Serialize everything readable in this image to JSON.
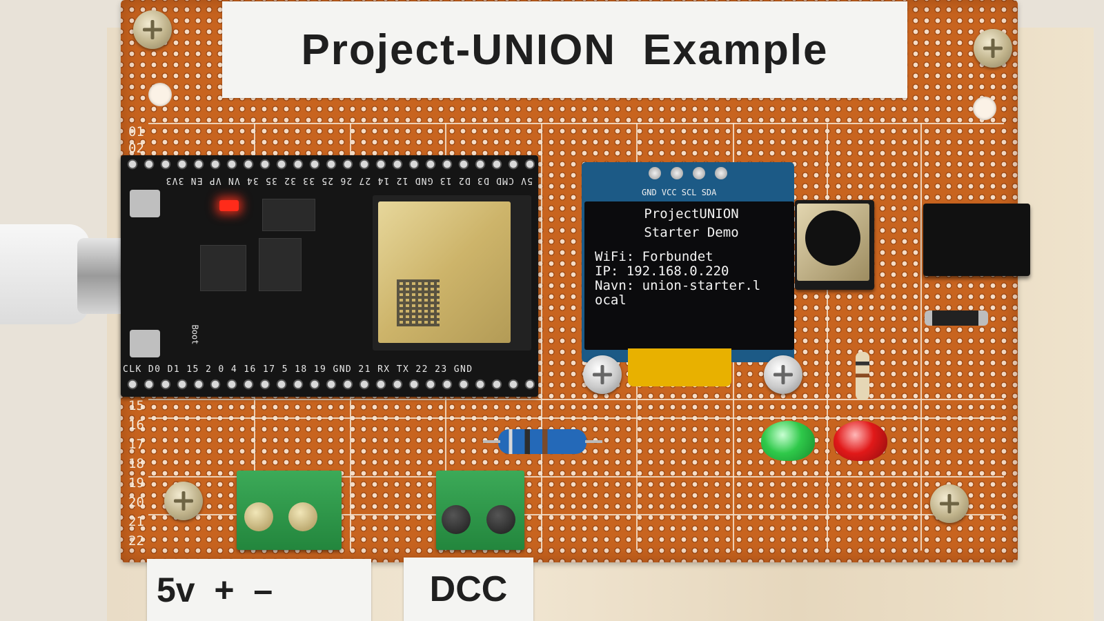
{
  "top_label": "Project-UNION  Example",
  "row_numbers_top": [
    "01",
    "02"
  ],
  "row_numbers_bottom": [
    "15",
    "16",
    "17",
    "18",
    "19",
    "20",
    "21",
    "22"
  ],
  "esp32": {
    "top_pins": "5V CMD D3 D2 13 GND 12 14 27 26 25 33 32 35 34 VN VP EN 3V3",
    "bottom_pins": "CLK D0 D1 15 2 0 4 16 17 5 18 19 GND 21 RX TX 22 23 GND",
    "boot_label": "Boot"
  },
  "oled": {
    "header_pins": "GND VCC SCL SDA",
    "line1": "ProjectUNION",
    "line2": "Starter Demo",
    "line3": "WiFi: Forbundet",
    "line4": "IP: 192.168.0.220",
    "line5": "Navn: union-starter.l",
    "line6": "ocal"
  },
  "bottom_labels": {
    "power": "5v  +  –",
    "dcc": "DCC"
  },
  "colors": {
    "board": "#c8641f",
    "oled_pcb": "#1c5a86",
    "terminal": "#2f9a4a",
    "led_green": "#2fc94a",
    "led_red": "#e11919"
  }
}
